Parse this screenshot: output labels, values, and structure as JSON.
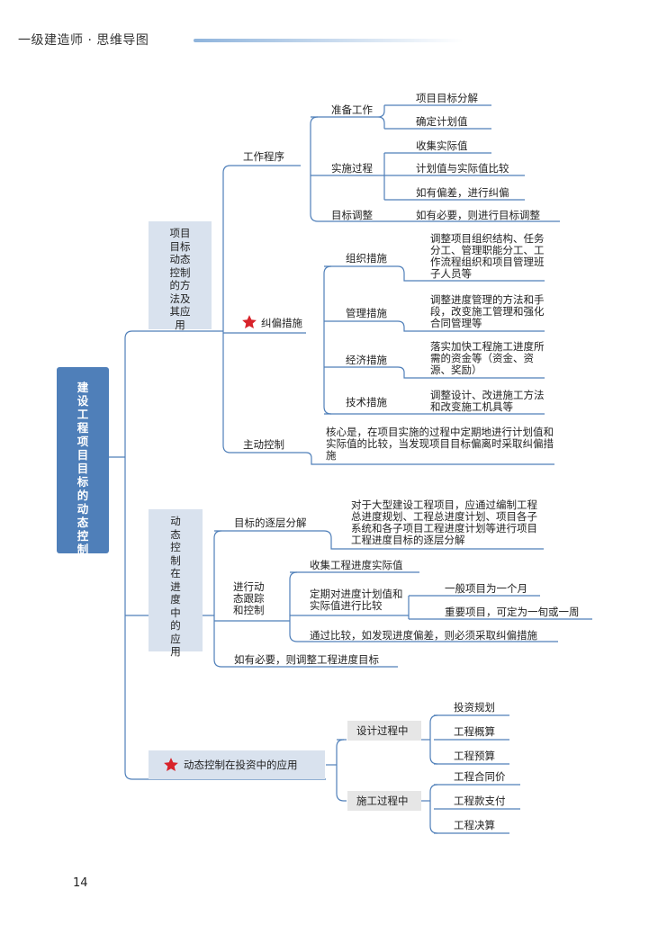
{
  "header": {
    "title": "一级建造师 · 思维导图"
  },
  "page_number": "14",
  "root": {
    "label": "建设工程项目目标的动态控制"
  },
  "branch1": {
    "label": "项目目标动态控制的方法及其应用",
    "work_procedure": {
      "label": "工作程序",
      "prep": {
        "label": "准备工作",
        "items": [
          "项目目标分解",
          "确定计划值"
        ]
      },
      "impl": {
        "label": "实施过程",
        "items": [
          "收集实际值",
          "计划值与实际值比较",
          "如有偏差，进行纠偏"
        ]
      },
      "adjust": {
        "label": "目标调整",
        "item": "如有必要，则进行目标调整"
      }
    },
    "correction": {
      "label": "纠偏措施",
      "org": {
        "label": "组织措施",
        "text": "调整项目组织结构、任务分工、管理职能分工、工作流程组织和项目管理班子人员等"
      },
      "mgmt": {
        "label": "管理措施",
        "text": "调整进度管理的方法和手段，改变施工管理和强化合同管理等"
      },
      "econ": {
        "label": "经济措施",
        "text": "落实加快工程施工进度所需的资金等（资金、资源、奖励）"
      },
      "tech": {
        "label": "技术措施",
        "text": "调整设计、改进施工方法和改变施工机具等"
      }
    },
    "active": {
      "label": "主动控制",
      "text": "核心是，在项目实施的过程中定期地进行计划值和实际值的比较，当发现项目目标偏离时采取纠偏措施"
    }
  },
  "branch2": {
    "label": "动态控制在进度中的应用",
    "decompose": {
      "label": "目标的逐层分解",
      "text": "对于大型建设工程项目，应通过编制工程总进度规划、工程总进度计划、项目各子系统和各子项目工程进度计划等进行项目工程进度目标的逐层分解"
    },
    "track": {
      "label": "进行动态跟踪和控制",
      "collect": "收集工程进度实际值",
      "compare": {
        "label": "定期对进度计划值和实际值进行比较",
        "items": [
          "一般项目为一个月",
          "重要项目，可定为一旬或一周"
        ]
      },
      "correct": "通过比较，如发现进度偏差，则必须采取纠偏措施"
    },
    "adjust": "如有必要，则调整工程进度目标"
  },
  "branch3": {
    "label": "动态控制在投资中的应用",
    "design": {
      "label": "设计过程中",
      "items": [
        "投资规划",
        "工程概算",
        "工程预算"
      ]
    },
    "construct": {
      "label": "施工过程中",
      "items": [
        "工程合同价",
        "工程款支付",
        "工程决算"
      ]
    }
  },
  "colors": {
    "line": "#4f7fb9",
    "root_fill": "#4f7fb9",
    "box_fill": "#d9e2ee",
    "gray_fill": "#e6e6e6",
    "star": "#d8232a"
  },
  "icons": {
    "star": "star-icon"
  }
}
